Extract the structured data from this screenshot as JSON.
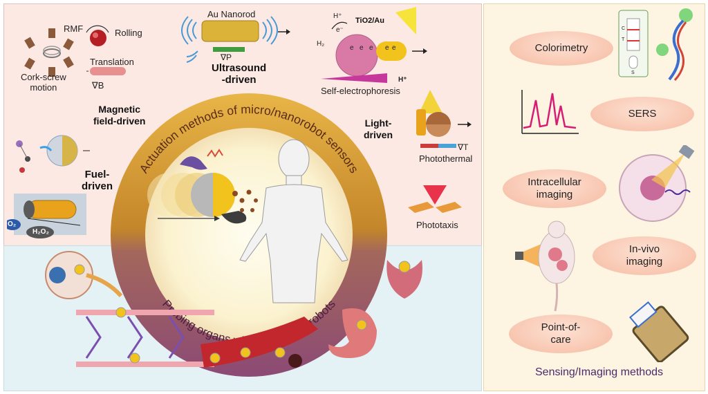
{
  "central_ring": {
    "top_text": "Actuation methods of micro/nanorobot sensors",
    "bottom_text": "Probing organs with micro/nanorobots"
  },
  "actuation": {
    "magnetic": {
      "mode_label": "Magnetic\nfield-driven",
      "rmf": "RMF",
      "rolling": "Rolling",
      "translation": "Translation",
      "corkscrew": "Cork-screw\nmotion",
      "gradient": "∇B"
    },
    "ultrasound": {
      "nanorod": "Au Nanorod",
      "gradient": "∇P",
      "mode_label": "Ultrasound\n-driven"
    },
    "self_electrophoresis": {
      "material": "TiO2/Au",
      "proton": "H⁺",
      "electron": "e⁻",
      "hydrogen": "H₂",
      "caption": "Self-electrophoresis",
      "e_marks": [
        "e",
        "e",
        "e",
        "e",
        "e"
      ]
    },
    "light": {
      "mode_label": "Light-\ndriven",
      "gradient": "∇T",
      "photothermal": "Photothermal",
      "phototaxis": "Phototaxis"
    },
    "fuel": {
      "mode_label": "Fuel-\ndriven",
      "oxygen": "O₂",
      "peroxide": "H₂O₂"
    }
  },
  "sensing_panel": {
    "title": "Sensing/Imaging methods",
    "methods": [
      "Colorimetry",
      "SERS",
      "Intracellular\nimaging",
      "In-vivo\nimaging",
      "Point-of-\ncare"
    ],
    "test_strip_marks": [
      "C",
      "T",
      "S"
    ]
  },
  "colors": {
    "top_bg": "#fce9e3",
    "bottom_bg": "#e4f2f5",
    "right_bg": "#fdf4e1",
    "ring_gold": "#d99a2a",
    "ring_purple": "#8c4a74",
    "pill": "#f8c6b0",
    "title_purple": "#4a2a6a"
  }
}
